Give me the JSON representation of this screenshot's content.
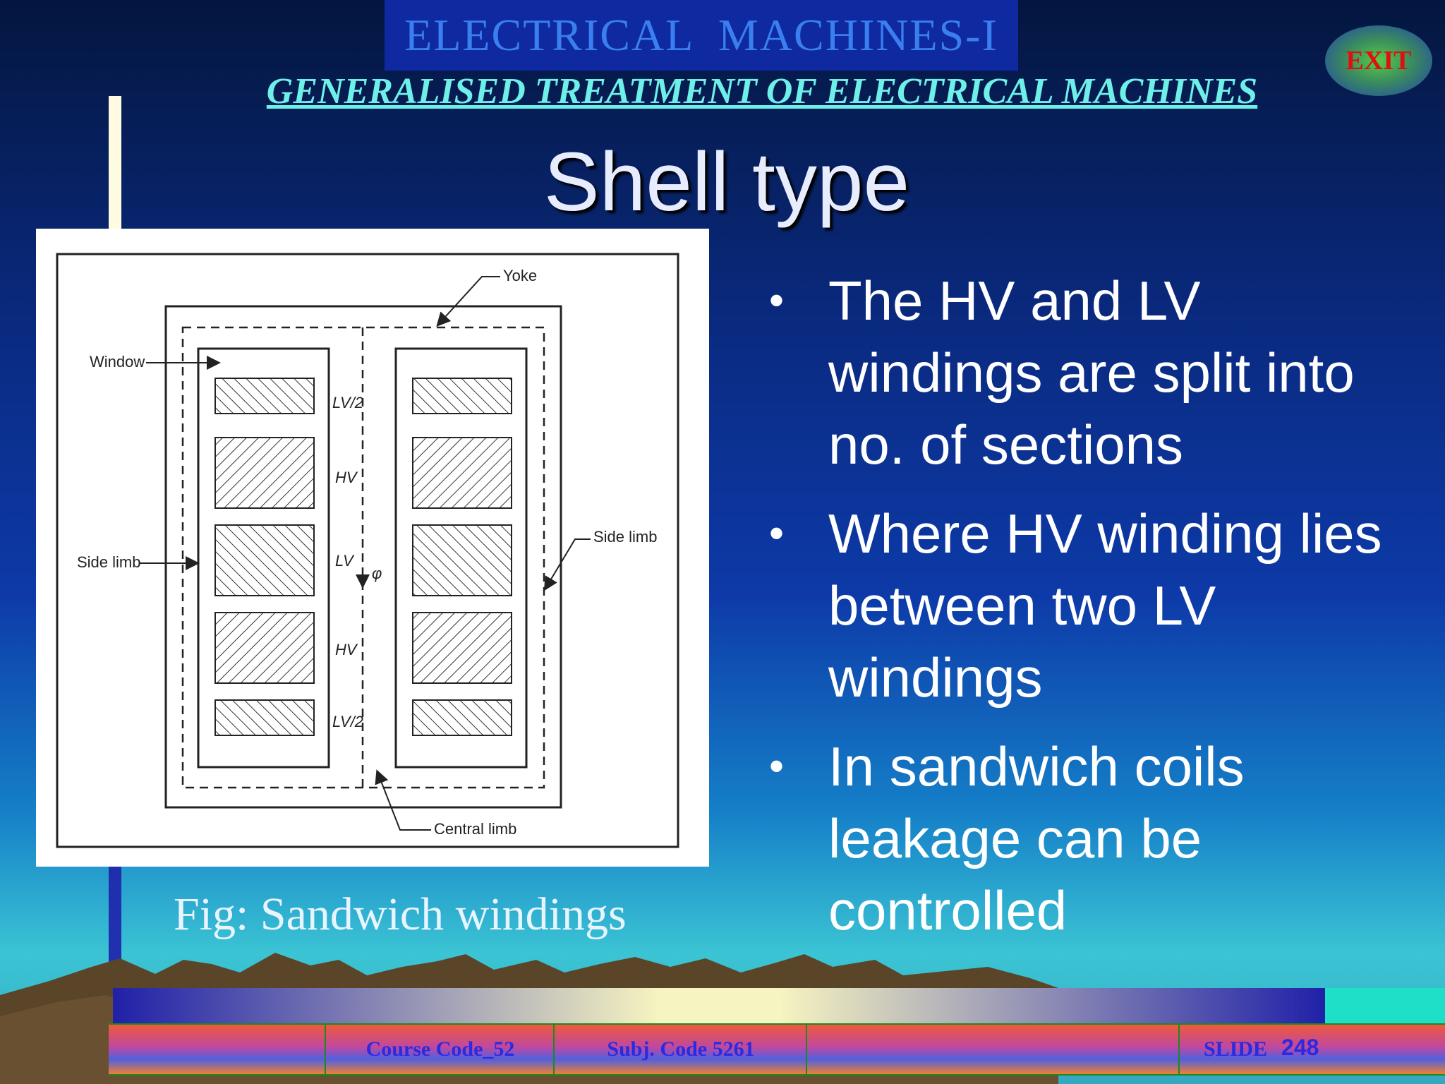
{
  "header": {
    "course_title": "ELECTRICAL  MACHINES-I",
    "subtitle": "GENERALISED TREATMENT OF ELECTRICAL MACHINES",
    "exit_label": "EXIT"
  },
  "slide": {
    "heading": "Shell type",
    "figure": {
      "labels": {
        "yoke": "Yoke",
        "window": "Window",
        "side_limb_left": "Side limb",
        "side_limb_right": "Side limb",
        "central_limb": "Central limb",
        "lv2_top": "LV/2",
        "hv_upper": "HV",
        "lv_mid": "LV",
        "hv_lower": "HV",
        "lv2_bottom": "LV/2",
        "phi": "φ"
      },
      "caption": "Fig: Sandwich windings"
    },
    "bullets": [
      "The HV and LV windings are split into no. of sections",
      "Where HV winding lies between two LV windings",
      "In sandwich coils leakage can be controlled"
    ]
  },
  "footer": {
    "course_code": "Course Code_52",
    "subject_code": "Subj. Code  5261",
    "slide_label": "SLIDE",
    "slide_number": "248"
  },
  "colors": {
    "title_blue": "#3a7ff0",
    "subtitle_cyan": "#6ef0e8",
    "exit_red": "#e01010",
    "footer_text": "#2a2ae0"
  }
}
